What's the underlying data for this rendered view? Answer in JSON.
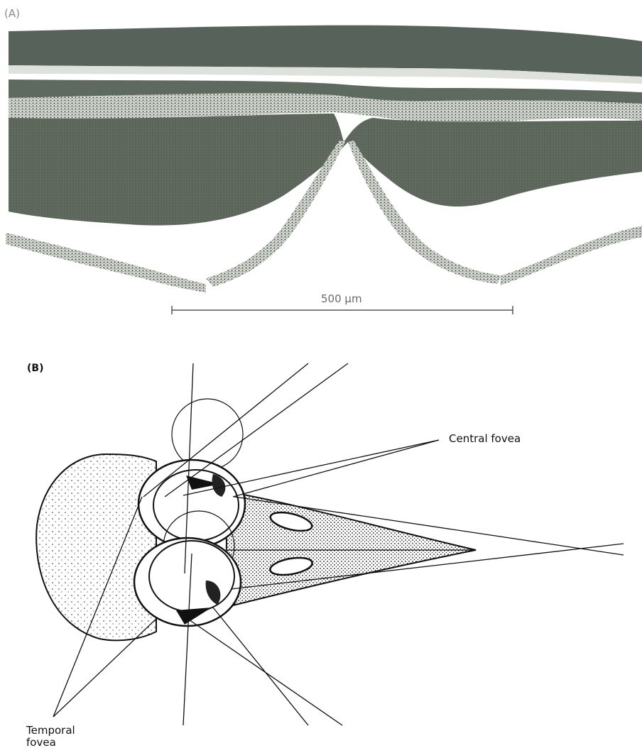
{
  "panel_a": {
    "label": "(A)",
    "scale_bar_text": "500 μm"
  },
  "panel_b": {
    "label": "(B)",
    "callouts": {
      "central_fovea": "Central fovea",
      "temporal_fovea_line1": "Temporal",
      "temporal_fovea_line2": "fovea"
    }
  }
}
